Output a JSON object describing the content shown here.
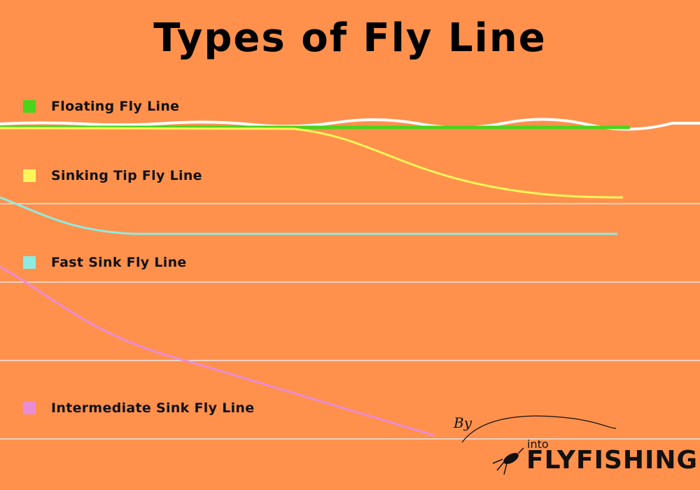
{
  "title": "Types of Fly Line",
  "legend": [
    {
      "label": "Floating Fly Line",
      "color": "#4CD31B"
    },
    {
      "label": "Sinking Tip Fly Line",
      "color": "#FFF55A"
    },
    {
      "label": "Fast Sink Fly Line",
      "color": "#8EEBE1"
    },
    {
      "label": "Intermediate Sink Fly Line",
      "color": "#EA8BD6"
    }
  ],
  "colors": {
    "background": "#FF914D",
    "water_surface": "#FFFFFF",
    "depth_lines": "#E8E8E8"
  },
  "logo": {
    "by": "By",
    "brand_small": "into",
    "brand_main": "FLYFISHING"
  }
}
